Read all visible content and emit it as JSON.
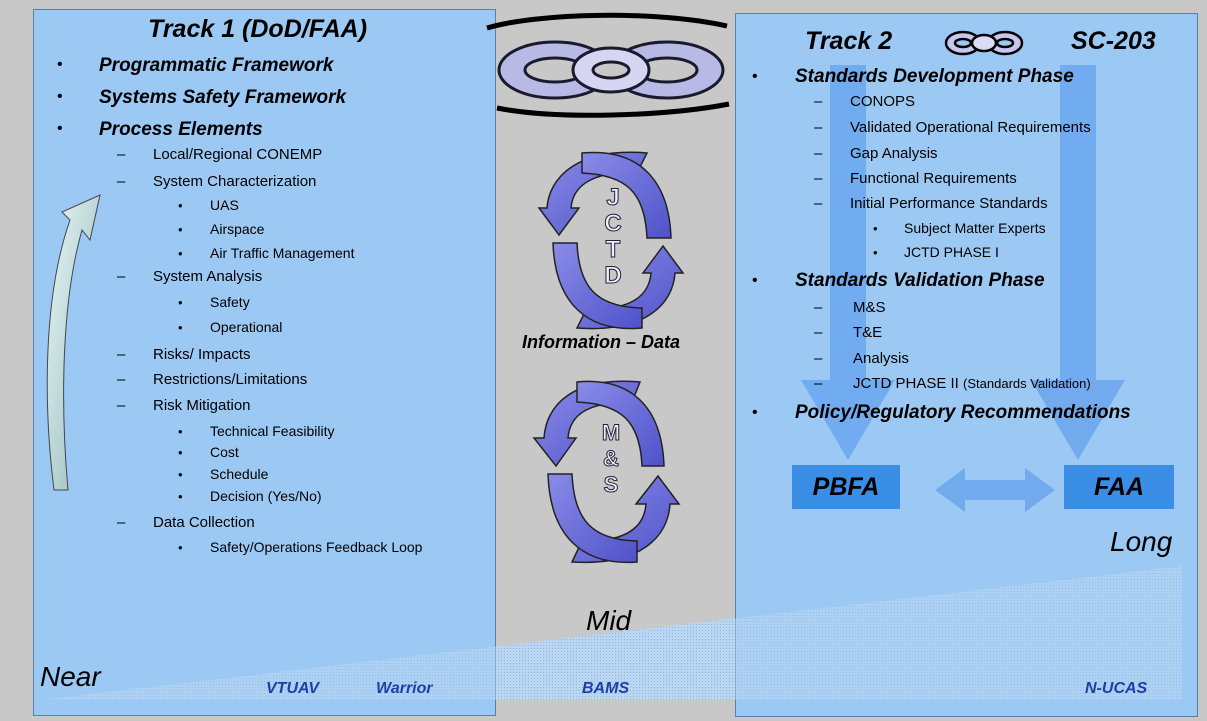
{
  "left": {
    "title": "Track 1 (DoD/FAA)",
    "items": [
      {
        "label": "Programmatic Framework"
      },
      {
        "label": "Systems Safety Framework"
      },
      {
        "label": "Process Elements"
      }
    ],
    "process_elements": [
      {
        "label": "Local/Regional CONEMP",
        "sub": []
      },
      {
        "label": "System Characterization",
        "sub": [
          "UAS",
          "Airspace",
          "Air Traffic Management"
        ]
      },
      {
        "label": "System Analysis",
        "sub": [
          "Safety",
          "Operational"
        ]
      },
      {
        "label": "Risks/ Impacts",
        "sub": []
      },
      {
        "label": "Restrictions/Limitations",
        "sub": []
      },
      {
        "label": "Risk Mitigation",
        "sub": [
          "Technical Feasibility",
          "Cost",
          "Schedule",
          "Decision (Yes/No)"
        ]
      },
      {
        "label": "Data Collection",
        "sub": [
          "Safety/Operations Feedback Loop"
        ]
      }
    ]
  },
  "center": {
    "jctd_letters": [
      "J",
      "C",
      "T",
      "D"
    ],
    "ms_letters": [
      "M",
      "&",
      "S"
    ],
    "info_label": "Information – Data"
  },
  "right": {
    "title_a": "Track 2",
    "title_b": "SC-203",
    "phase1": {
      "label": "Standards Development Phase",
      "items": [
        "CONOPS",
        "Validated Operational Requirements",
        "Gap Analysis",
        "Functional Requirements",
        "Initial Performance Standards"
      ],
      "sub": [
        "Subject Matter Experts",
        "JCTD PHASE I"
      ]
    },
    "phase2": {
      "label": "Standards Validation Phase",
      "items": [
        "M&S",
        "T&E",
        "Analysis"
      ],
      "last_item_main": "JCTD PHASE II",
      "last_item_note": "(Standards Validation)"
    },
    "phase3": {
      "label": "Policy/Regulatory Recommendations"
    },
    "box_left": "PBFA",
    "box_right": "FAA"
  },
  "timeline": {
    "near": "Near",
    "mid": "Mid",
    "long": "Long",
    "programs": [
      "VTUAV",
      "Warrior",
      "BAMS",
      "N-UCAS"
    ]
  },
  "bullet_char": "•",
  "dash_char": "–"
}
